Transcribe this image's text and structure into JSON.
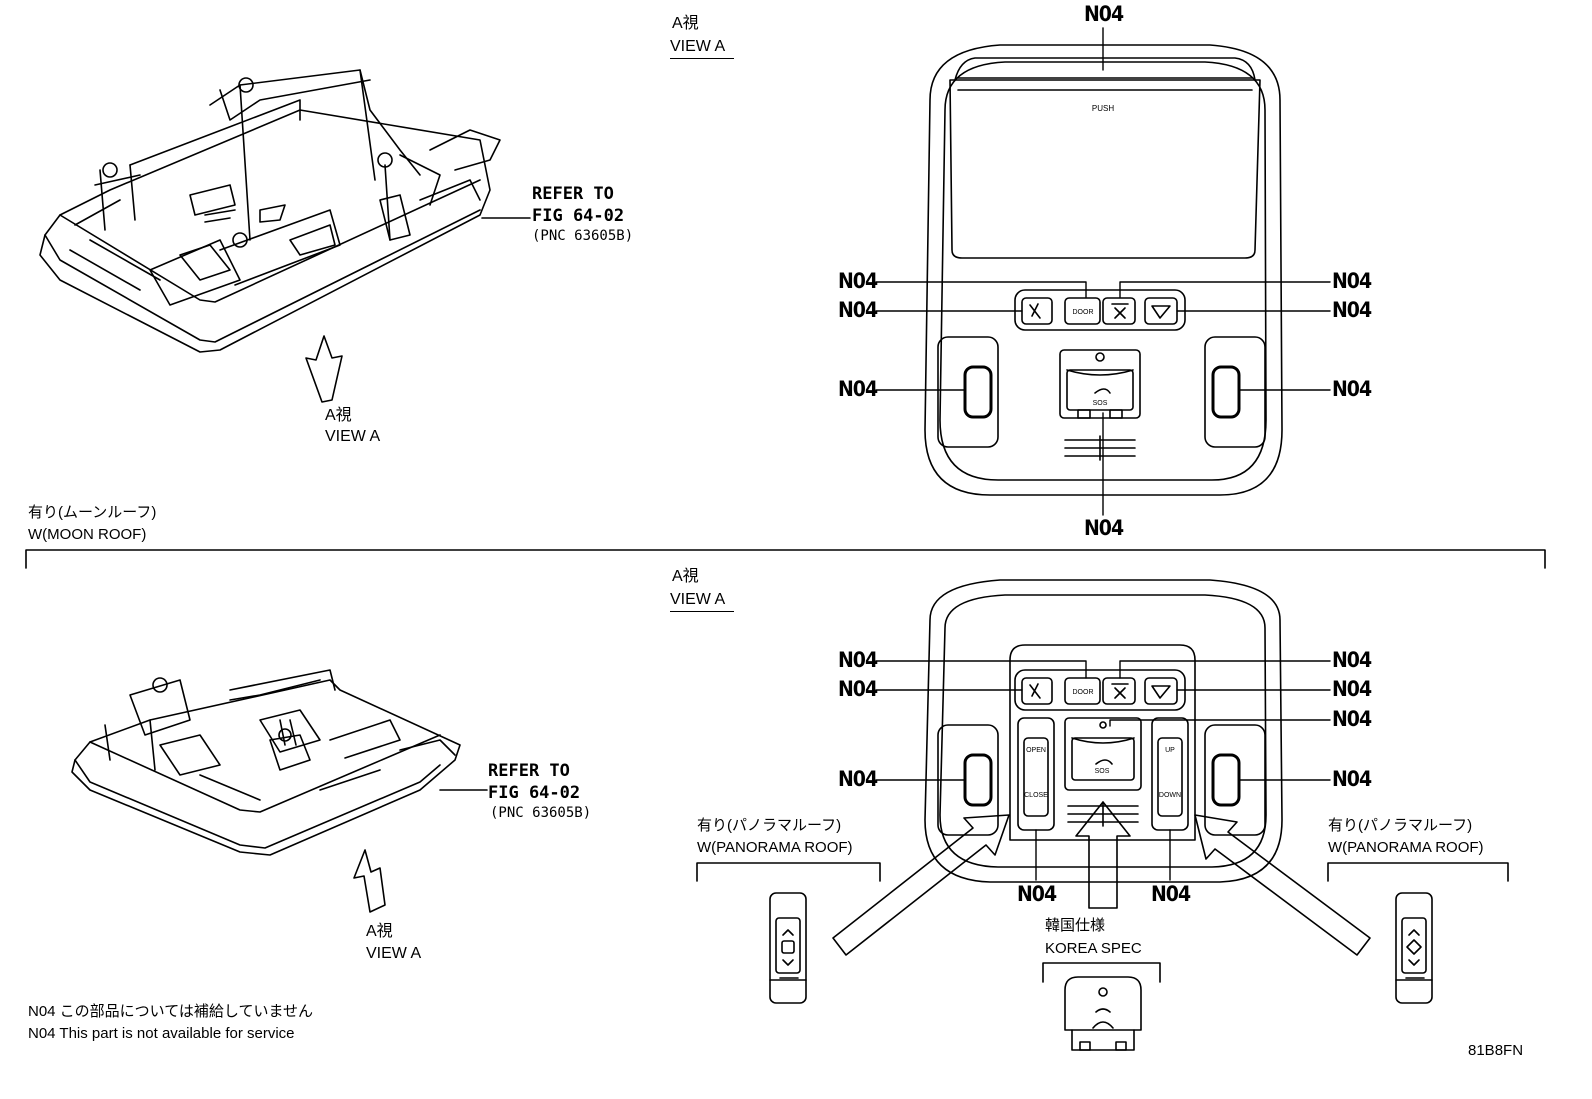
{
  "view_a_jp": "A視",
  "view_a_en": "VIEW A",
  "part_code": "N04",
  "refer_to": "REFER TO",
  "fig_ref": "FIG 64-02",
  "pnc_ref": "(PNC 63605B)",
  "moon_roof_jp": "有り(ムーンルーフ)",
  "moon_roof_en": "W(MOON ROOF)",
  "panorama_jp": "有り(パノラマルーフ)",
  "panorama_en": "W(PANORAMA ROOF)",
  "korea_jp": "韓国仕様",
  "korea_en": "KOREA SPEC",
  "note_jp": "N04 この部品については補給していません",
  "note_en": "N04 This part is not available for service",
  "diagram_id": "81B8FN",
  "console_labels": {
    "push": "PUSH",
    "door": "DOOR",
    "sos": "SOS",
    "open": "OPEN",
    "close": "CLOSE",
    "up": "UP",
    "down": "DOWN"
  }
}
